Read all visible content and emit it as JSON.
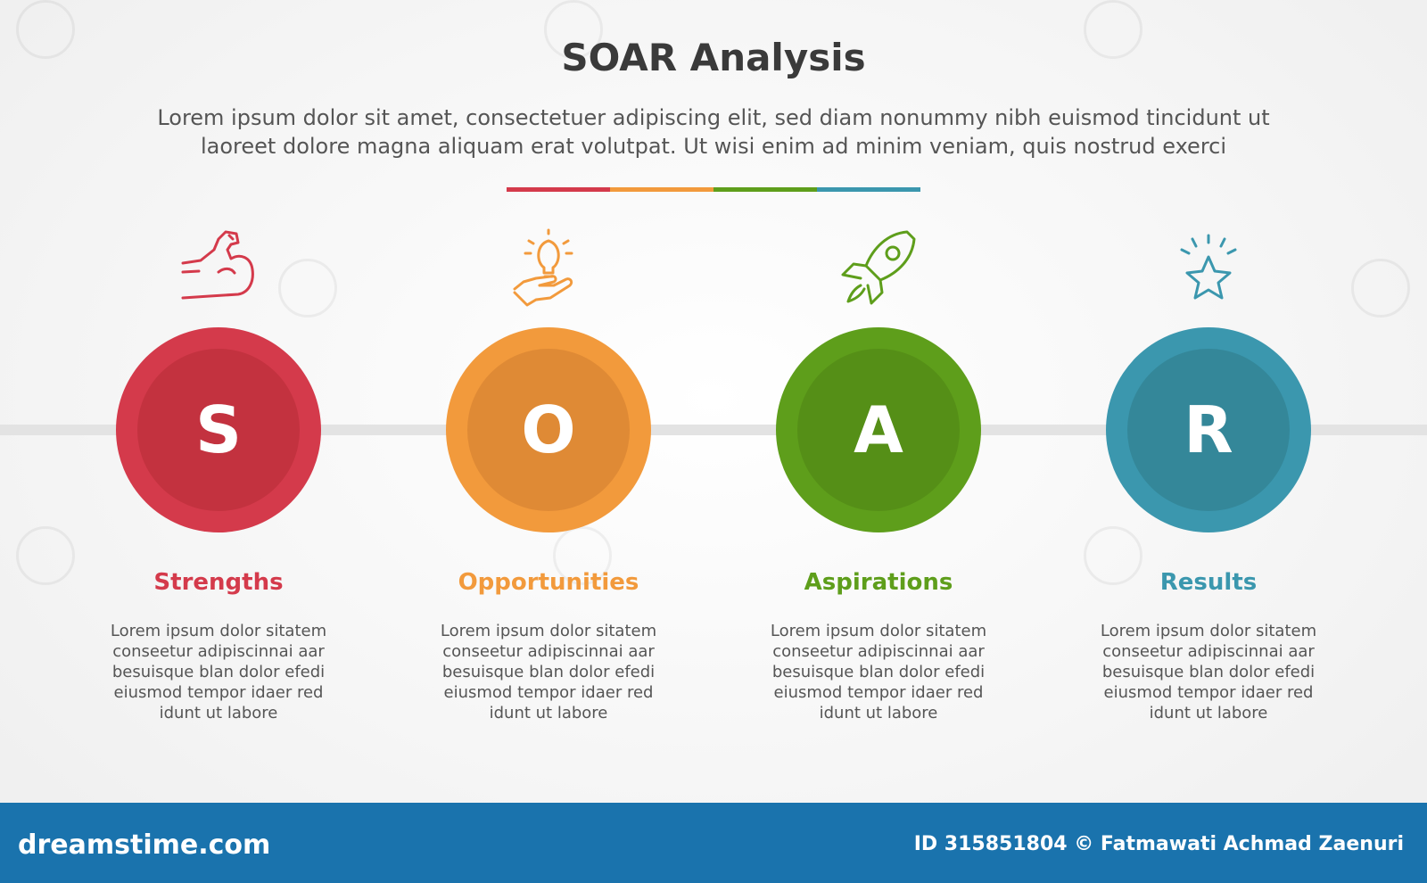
{
  "header": {
    "title": "SOAR Analysis",
    "subtitle_line1": "Lorem ipsum dolor sit amet, consectetuer adipiscing elit, sed diam nonummy nibh euismod tincidunt ut",
    "subtitle_line2": "laoreet dolore magna aliquam erat volutpat. Ut wisi enim ad minim veniam, quis nostrud exerci"
  },
  "colors": {
    "strengths": "#d43a4b",
    "strengths_inner": "#c3323f",
    "opportunities": "#f29a3c",
    "opportunities_inner": "#df8a35",
    "aspirations": "#5e9e1b",
    "aspirations_inner": "#558f17",
    "results": "#3b97ae",
    "results_inner": "#348799"
  },
  "items": [
    {
      "letter": "S",
      "label": "Strengths",
      "icon": "flexed-arm-icon",
      "desc": "Lorem ipsum dolor sitatem conseetur adipiscinnai aar besuisque blan dolor efedi eiusmod tempor idaer red idunt ut labore"
    },
    {
      "letter": "O",
      "label": "Opportunities",
      "icon": "lightbulb-hand-icon",
      "desc": "Lorem ipsum dolor sitatem conseetur adipiscinnai aar besuisque blan dolor efedi eiusmod tempor idaer red idunt ut labore"
    },
    {
      "letter": "A",
      "label": "Aspirations",
      "icon": "rocket-icon",
      "desc": "Lorem ipsum dolor sitatem conseetur adipiscinnai aar besuisque blan dolor efedi eiusmod tempor idaer red idunt ut labore"
    },
    {
      "letter": "R",
      "label": "Results",
      "icon": "star-icon",
      "desc": "Lorem ipsum dolor sitatem conseetur adipiscinnai aar besuisque blan dolor efedi eiusmod tempor idaer red idunt ut labore"
    }
  ],
  "footer": {
    "brand": "dreamstime.com",
    "credit": "ID 315851804 © Fatmawati  Achmad Zaenuri"
  }
}
